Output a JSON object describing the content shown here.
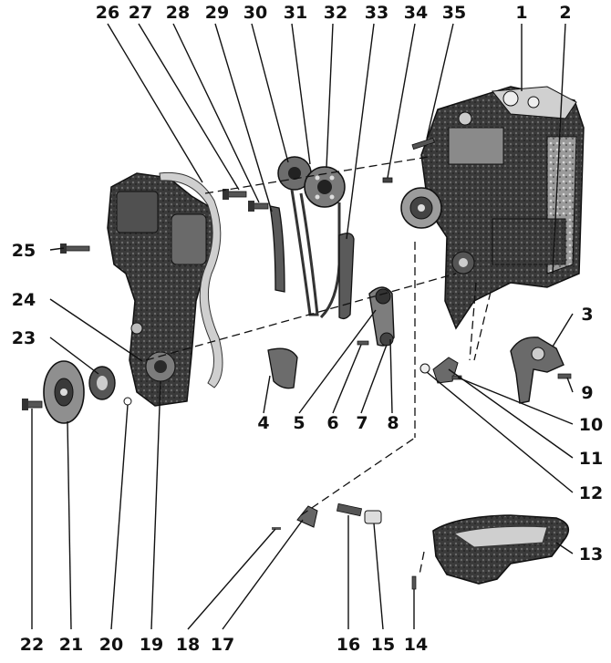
{
  "callouts": {
    "c1": "1",
    "c2": "2",
    "c3": "3",
    "c4": "4",
    "c5": "5",
    "c6": "6",
    "c7": "7",
    "c8": "8",
    "c9": "9",
    "c10": "10",
    "c11": "11",
    "c12": "12",
    "c13": "13",
    "c14": "14",
    "c15": "15",
    "c16": "16",
    "c17": "17",
    "c18": "18",
    "c19": "19",
    "c20": "20",
    "c21": "21",
    "c22": "22",
    "c23": "23",
    "c24": "24",
    "c25": "25",
    "c26": "26",
    "c27": "27",
    "c28": "28",
    "c29": "29",
    "c30": "30",
    "c31": "31",
    "c32": "32",
    "c33": "33",
    "c34": "34",
    "c35": "35"
  },
  "colors": {
    "ink": "#111111",
    "metal_dark": "#2b2b2b",
    "metal_mid": "#6f6f6f",
    "metal_light": "#bdbdbd",
    "background": "#ffffff"
  }
}
